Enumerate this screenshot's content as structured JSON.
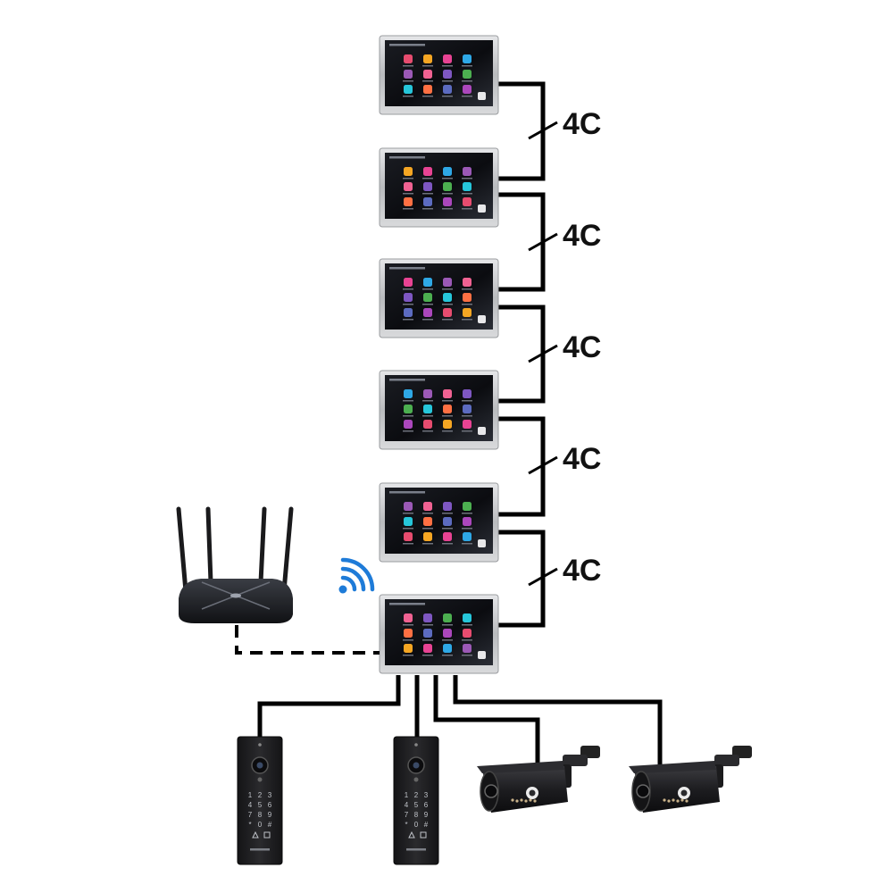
{
  "diagram": {
    "link_label": "4C",
    "monitor_count": 6,
    "monitor_icon_colors": [
      "#e74c6f",
      "#f5a623",
      "#e84393",
      "#2ea8e6",
      "#9b59b6",
      "#f06292",
      "#7e57c2",
      "#4caf50",
      "#26c6da",
      "#ff7043",
      "#5c6bc0",
      "#ab47bc"
    ],
    "colors": {
      "cable": "#000000",
      "wifi": "#1e7bd8",
      "frame": "#c9cacc",
      "screen": "#0a0a0c",
      "device_body": "#1b1b1d"
    },
    "keypad_keys": [
      "1",
      "2",
      "3",
      "4",
      "5",
      "6",
      "7",
      "8",
      "9",
      "*",
      "0",
      "#"
    ],
    "devices": {
      "router": "router-icon",
      "door_stations": 2,
      "cameras": 2
    }
  }
}
